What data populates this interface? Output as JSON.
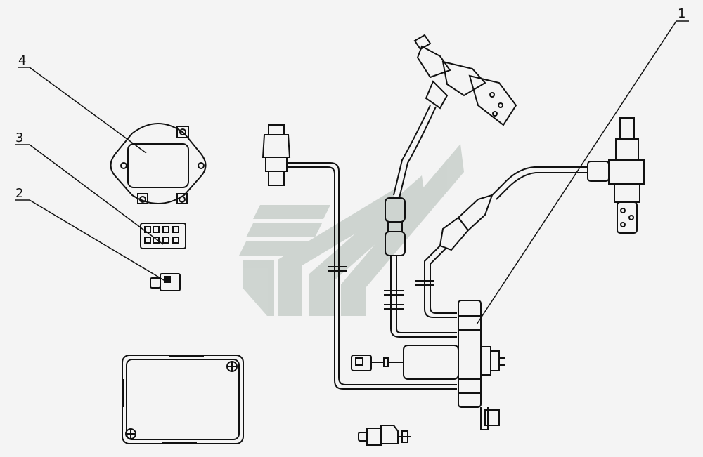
{
  "callouts": {
    "c1": "1",
    "c2": "2",
    "c3": "3",
    "c4": "4"
  },
  "colors": {
    "line": "#111111",
    "watermark": "#c8cfca",
    "background": "#f4f4f4"
  }
}
